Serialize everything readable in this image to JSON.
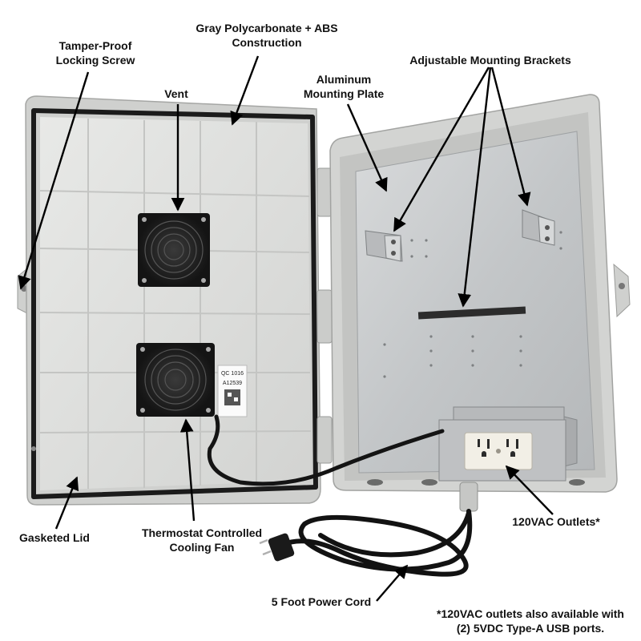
{
  "labels": {
    "construction": [
      "Gray Polycarbonate + ABS",
      "Construction"
    ],
    "locking_screw": [
      "Tamper-Proof",
      "Locking Screw"
    ],
    "vent": [
      "Vent"
    ],
    "mounting_plate": [
      "Aluminum",
      "Mounting Plate"
    ],
    "brackets": [
      "Adjustable Mounting Brackets"
    ],
    "gasketed_lid": [
      "Gasketed Lid"
    ],
    "cooling_fan": [
      "Thermostat Controlled",
      "Cooling Fan"
    ],
    "outlets": [
      "120VAC Outlets*"
    ],
    "power_cord": [
      "5 Foot Power Cord"
    ],
    "footnote": [
      "*120VAC outlets also available with",
      "(2) 5VDC Type-A USB ports."
    ]
  },
  "fan_tag": [
    "QC 1016",
    "A12539"
  ],
  "colors": {
    "enclosure": "#d9dad8",
    "lid_inner": "#e4e5e3",
    "gasket": "#1b1b1b",
    "plate": "#c9ccce",
    "fan": "#1e1e1e",
    "cord": "#121212",
    "outlet": "#f2efe6"
  }
}
